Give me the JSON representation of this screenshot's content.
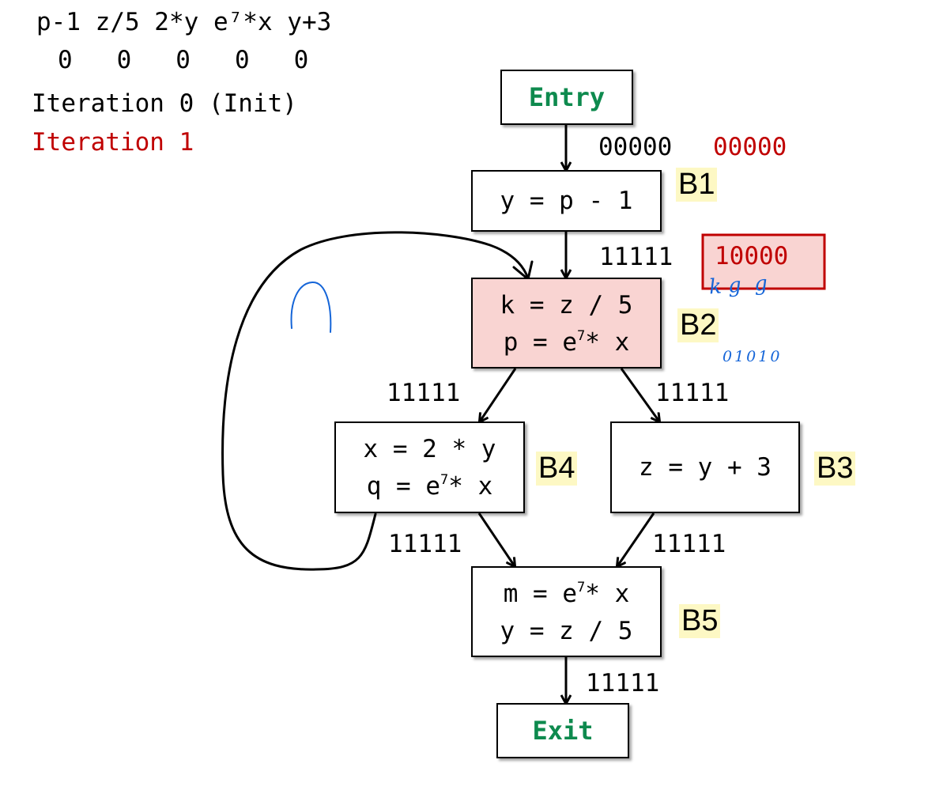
{
  "header": {
    "columns": "p-1 z/5 2*y e⁷*x y+3",
    "zeros": "0   0   0   0   0",
    "iteration0": "Iteration 0 (Init)",
    "iteration1": "Iteration 1"
  },
  "colors": {
    "red": "#c00000",
    "green": "#0e8a4e",
    "highlight_yellow": "#fdf8c4",
    "highlight_pink": "#f9d4d2",
    "annotation_blue": "#1565d8"
  },
  "nodes": {
    "entry": {
      "label": "Entry"
    },
    "exit": {
      "label": "Exit"
    },
    "b1": {
      "name": "B1",
      "line1": "y = p - 1"
    },
    "b2": {
      "name": "B2",
      "line1": "k = z / 5",
      "line2_pre": "p = e",
      "line2_sup": "7",
      "line2_post": "* x"
    },
    "b3": {
      "name": "B3",
      "line1": "z = y + 3"
    },
    "b4": {
      "name": "B4",
      "line1": "x = 2 * y",
      "line2_pre": "q = e",
      "line2_sup": "7",
      "line2_post": "* x"
    },
    "b5": {
      "name": "B5",
      "line1_pre": "m = e",
      "line1_sup": "7",
      "line1_post": "* x",
      "line2": "y = z / 5"
    }
  },
  "edge_values": {
    "entry_b1": "00000",
    "entry_b1_iter1": "00000",
    "b1_b2": "11111",
    "b1_b2_iter1": "10000",
    "b2_b4": "11111",
    "b2_b3": "11111",
    "b4_b5": "11111",
    "b3_b5": "11111",
    "b5_exit": "11111"
  },
  "handwriting": {
    "under_10000": "k g  g",
    "near_b2": "01010"
  }
}
